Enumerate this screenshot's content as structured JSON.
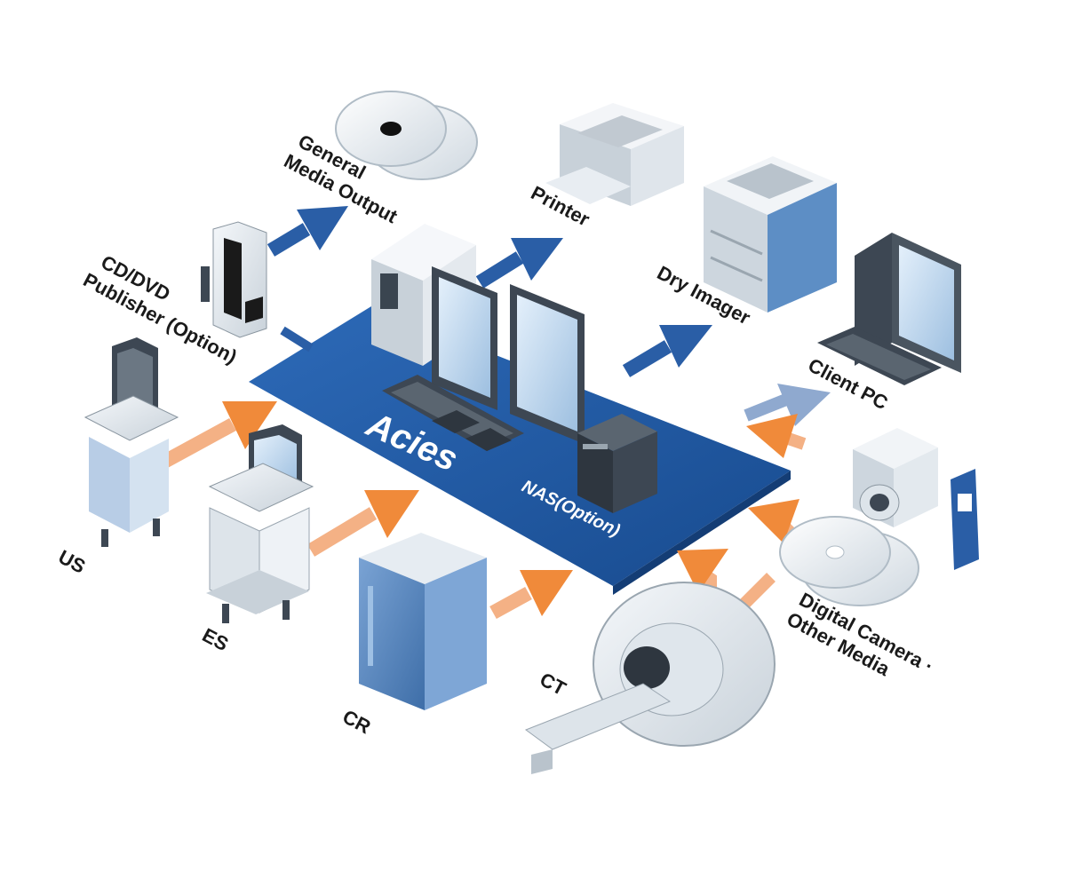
{
  "hub": {
    "name": "Acies",
    "nas_label": "NAS(Option)"
  },
  "inputs": [
    {
      "id": "us",
      "label": "US"
    },
    {
      "id": "es",
      "label": "ES"
    },
    {
      "id": "cr",
      "label": "CR"
    },
    {
      "id": "ct",
      "label": "CT"
    },
    {
      "id": "digital-camera",
      "label_line1": "Digital Camera ·",
      "label_line2": "Other Media"
    }
  ],
  "outputs": [
    {
      "id": "cd-dvd",
      "label_line1": "CD/DVD",
      "label_line2": "Publisher (Option)"
    },
    {
      "id": "general-media",
      "label_line1": "General",
      "label_line2": "Media Output"
    },
    {
      "id": "printer",
      "label": "Printer"
    },
    {
      "id": "dry-imager",
      "label": "Dry Imager"
    },
    {
      "id": "client-pc",
      "label": "Client PC"
    }
  ],
  "colors": {
    "hub_blue": "#1f5aa6",
    "hub_blue_dark": "#184b8f",
    "out_arrow": "#2a5ea6",
    "in_arrow": "#f08a3a",
    "device_light": "#e9eef3",
    "device_gray": "#b9c3cc",
    "screen_blue": "#cfe3f5",
    "cr_blue": "#4f81bd"
  }
}
